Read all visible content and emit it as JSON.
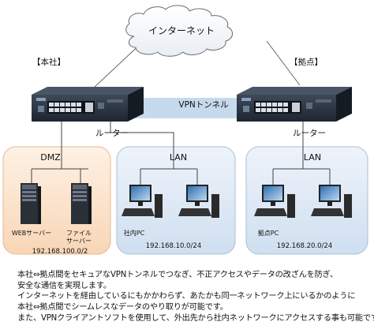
{
  "cloud": {
    "label": "インターネット"
  },
  "sites": {
    "hq": {
      "label": "【本社】"
    },
    "branch": {
      "label": "【拠点】"
    }
  },
  "tunnel": {
    "label": "VPNトンネル"
  },
  "routers": {
    "hq": {
      "label": "ルーター"
    },
    "branch": {
      "label": "ルーター"
    }
  },
  "zones": {
    "dmz": {
      "title": "DMZ",
      "subnet": "192.168.100.0/2",
      "server1_label": "WEBサーバー",
      "server2_label_1": "ファイル",
      "server2_label_2": "サーバー"
    },
    "lan_hq": {
      "title": "LAN",
      "subnet": "192.168.10.0/24",
      "pc_label": "社内PC"
    },
    "lan_branch": {
      "title": "LAN",
      "subnet": "192.168.20.0/24",
      "pc_label": "拠点PC"
    }
  },
  "caption": {
    "line1": "本社⇔拠点間をセキュアなVPNトンネルでつなぎ、不正アクセスやデータの改ざんを防ぎ、",
    "line2": "安全な通信を実現します。",
    "line3": "インターネットを経由しているにもかかわらず、あたかも同一ネットワーク上にいるかのように",
    "line4": "本社⇔拠点間でシームレスなデータのやり取りが可能です。",
    "line5": "また、VPNクライアントソフトを使用して、外出先から社内ネットワークにアクセスする事も可能です。"
  },
  "colors": {
    "dmz_fill": "#fce4cf",
    "lan_fill": "#dde8f5",
    "tunnel": "#bdd2ea",
    "router_body": "#26303c"
  }
}
